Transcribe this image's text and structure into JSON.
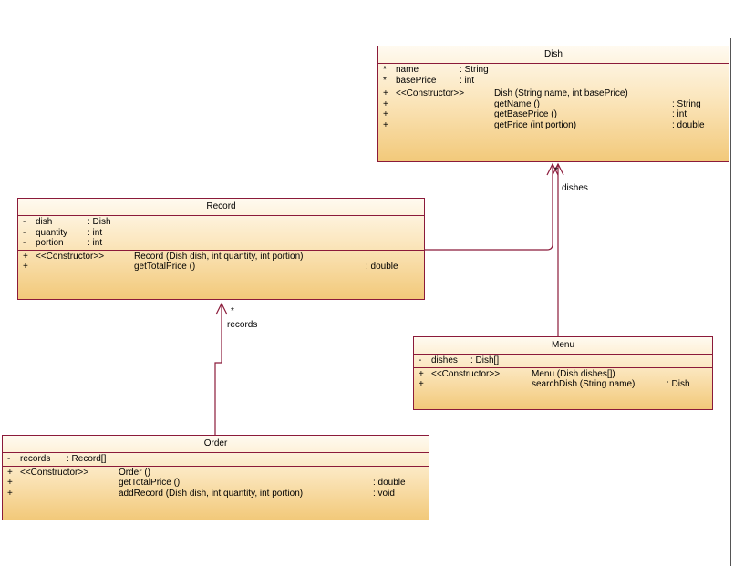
{
  "diagram": {
    "classes": {
      "dish": {
        "name": "Dish",
        "attributes": [
          {
            "vis": "*",
            "name": "name",
            "type": ": String"
          },
          {
            "vis": "*",
            "name": "basePrice",
            "type": ": int"
          }
        ],
        "operations": [
          {
            "vis": "+",
            "stereo": "<<Constructor>>",
            "sig": "Dish (String name, int basePrice)",
            "ret": ""
          },
          {
            "vis": "+",
            "stereo": "",
            "sig": "getName ()",
            "ret": ": String"
          },
          {
            "vis": "+",
            "stereo": "",
            "sig": "getBasePrice ()",
            "ret": ": int"
          },
          {
            "vis": "+",
            "stereo": "",
            "sig": "getPrice (int portion)",
            "ret": ": double"
          }
        ]
      },
      "record": {
        "name": "Record",
        "attributes": [
          {
            "vis": "-",
            "name": "dish",
            "type": ": Dish"
          },
          {
            "vis": "-",
            "name": "quantity",
            "type": ": int"
          },
          {
            "vis": "-",
            "name": "portion",
            "type": ": int"
          }
        ],
        "operations": [
          {
            "vis": "+",
            "stereo": "<<Constructor>>",
            "sig": "Record (Dish dish, int quantity, int portion)",
            "ret": ""
          },
          {
            "vis": "+",
            "stereo": "",
            "sig": "getTotalPrice ()",
            "ret": ": double"
          }
        ]
      },
      "menu": {
        "name": "Menu",
        "attributes": [
          {
            "vis": "-",
            "name": "dishes",
            "type": ": Dish[]"
          }
        ],
        "operations": [
          {
            "vis": "+",
            "stereo": "<<Constructor>>",
            "sig": "Menu (Dish dishes[])",
            "ret": ""
          },
          {
            "vis": "+",
            "stereo": "",
            "sig": "searchDish (String name)",
            "ret": ": Dish"
          }
        ]
      },
      "order": {
        "name": "Order",
        "attributes": [
          {
            "vis": "-",
            "name": "records",
            "type": ": Record[]"
          }
        ],
        "operations": [
          {
            "vis": "+",
            "stereo": "<<Constructor>>",
            "sig": "Order ()",
            "ret": ""
          },
          {
            "vis": "+",
            "stereo": "",
            "sig": "getTotalPrice ()",
            "ret": ": double"
          },
          {
            "vis": "+",
            "stereo": "",
            "sig": "addRecord (Dish dish, int quantity, int portion)",
            "ret": ": void"
          }
        ]
      }
    },
    "associations": {
      "dishes": {
        "role": "dishes",
        "multiplicity": "*"
      },
      "records": {
        "role": "records",
        "multiplicity": "*"
      }
    },
    "colors": {
      "border": "#8b1a3a",
      "fill_top": "#fffaf0",
      "fill_bottom": "#f2c97a"
    }
  }
}
